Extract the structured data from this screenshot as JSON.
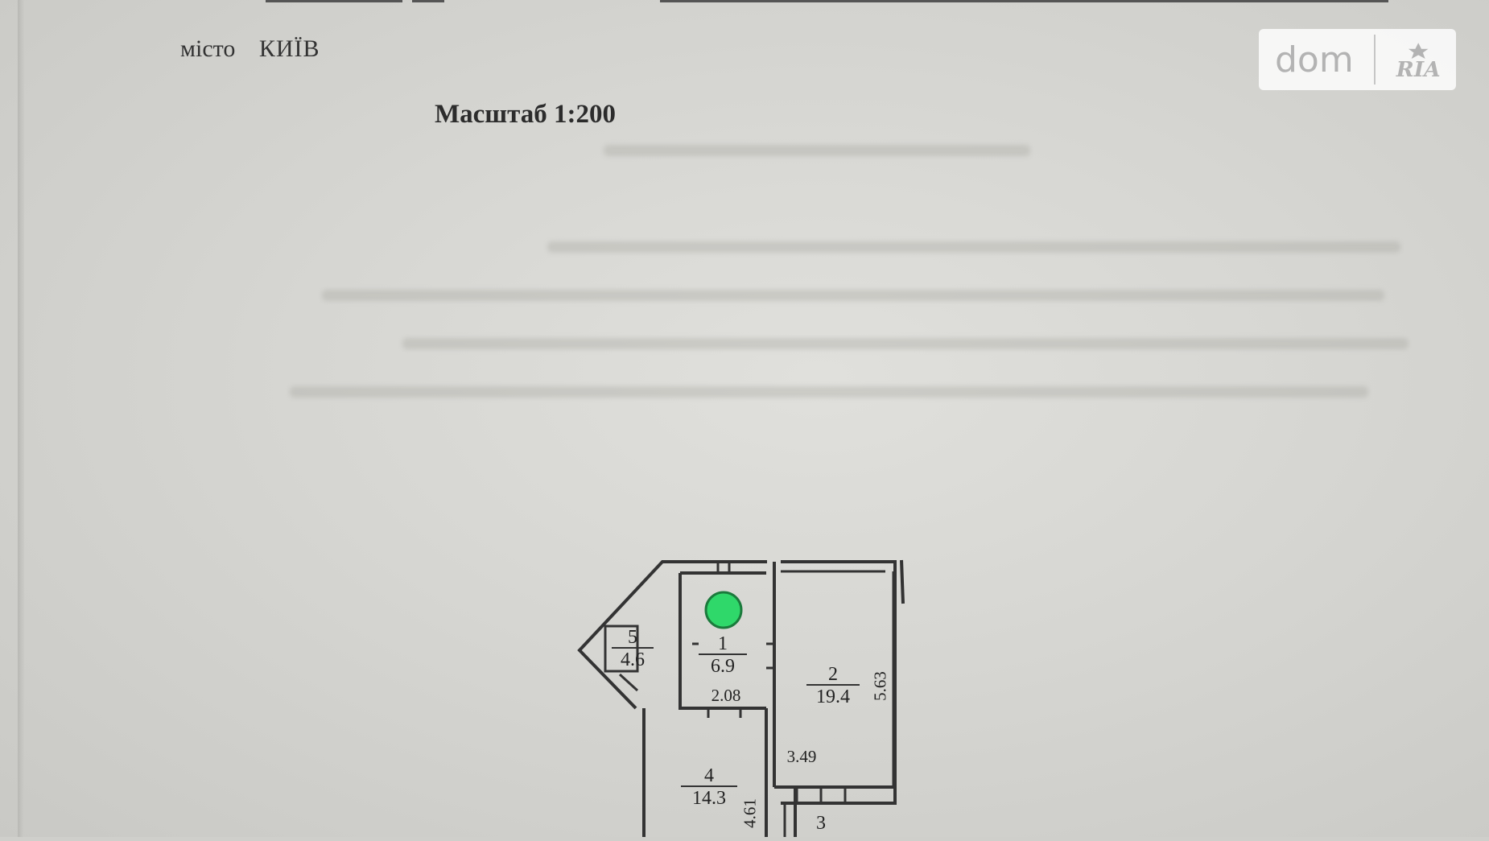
{
  "header": {
    "city_label": "місто",
    "city_value": "КИЇВ",
    "scale": "Масштаб 1:200"
  },
  "watermark": {
    "brand": "dom",
    "brand_secondary": "RIA"
  },
  "floor_plan": {
    "rooms": [
      {
        "id": "room-1",
        "number": "1",
        "area": "6.9"
      },
      {
        "id": "room-2",
        "number": "2",
        "area": "19.4"
      },
      {
        "id": "room-3",
        "number": "3",
        "area": ""
      },
      {
        "id": "room-4",
        "number": "4",
        "area": "14.3"
      },
      {
        "id": "room-5",
        "number": "5",
        "area": "4.6"
      }
    ],
    "dimensions": [
      "2.08",
      "5.63",
      "3.49",
      "4.61"
    ]
  },
  "colors": {
    "paper": "#d6d6d2",
    "ink": "#2c2c2c",
    "marker": "#2fd86a"
  }
}
